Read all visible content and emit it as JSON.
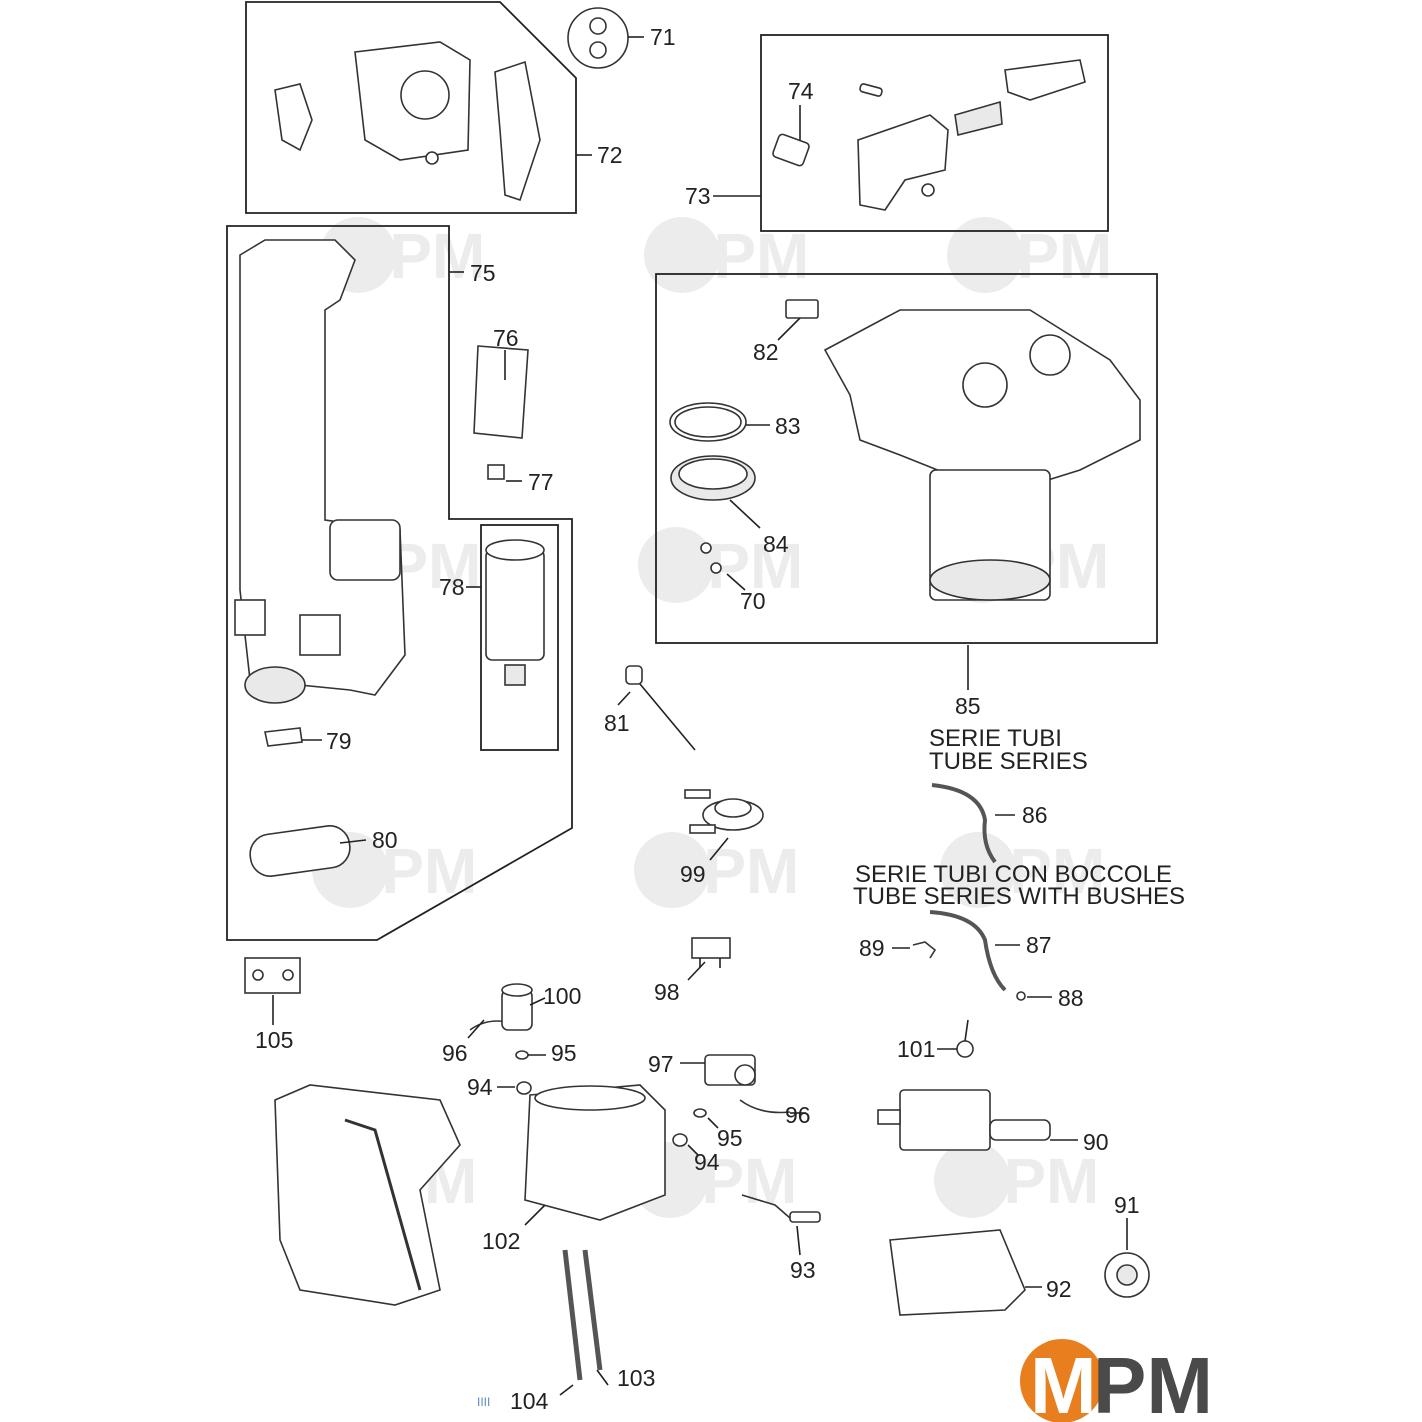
{
  "diagram": {
    "type": "exploded-parts-view",
    "callouts": [
      {
        "id": "70",
        "label": "70"
      },
      {
        "id": "71",
        "label": "71"
      },
      {
        "id": "72",
        "label": "72"
      },
      {
        "id": "73",
        "label": "73"
      },
      {
        "id": "74",
        "label": "74"
      },
      {
        "id": "75",
        "label": "75"
      },
      {
        "id": "76",
        "label": "76"
      },
      {
        "id": "77",
        "label": "77"
      },
      {
        "id": "78",
        "label": "78"
      },
      {
        "id": "79",
        "label": "79"
      },
      {
        "id": "80",
        "label": "80"
      },
      {
        "id": "81",
        "label": "81"
      },
      {
        "id": "82",
        "label": "82"
      },
      {
        "id": "83",
        "label": "83"
      },
      {
        "id": "84",
        "label": "84"
      },
      {
        "id": "85",
        "label": "85"
      },
      {
        "id": "86",
        "label": "86"
      },
      {
        "id": "87",
        "label": "87"
      },
      {
        "id": "88",
        "label": "88"
      },
      {
        "id": "89",
        "label": "89"
      },
      {
        "id": "90",
        "label": "90"
      },
      {
        "id": "91",
        "label": "91"
      },
      {
        "id": "92",
        "label": "92"
      },
      {
        "id": "93",
        "label": "93"
      },
      {
        "id": "94a",
        "label": "94"
      },
      {
        "id": "94b",
        "label": "94"
      },
      {
        "id": "95a",
        "label": "95"
      },
      {
        "id": "95b",
        "label": "95"
      },
      {
        "id": "96a",
        "label": "96"
      },
      {
        "id": "96b",
        "label": "96"
      },
      {
        "id": "97",
        "label": "97"
      },
      {
        "id": "98",
        "label": "98"
      },
      {
        "id": "99",
        "label": "99"
      },
      {
        "id": "100",
        "label": "100"
      },
      {
        "id": "101",
        "label": "101"
      },
      {
        "id": "102",
        "label": "102"
      },
      {
        "id": "103",
        "label": "103"
      },
      {
        "id": "104",
        "label": "104"
      },
      {
        "id": "105",
        "label": "105"
      }
    ],
    "captions": {
      "tube_series_it": "SERIE TUBI",
      "tube_series_en": "TUBE SERIES",
      "tube_bushes_it": "SERIE TUBI CON BOCCOLE",
      "tube_bushes_en": "TUBE SERIES WITH BUSHES"
    },
    "watermark": "MPM",
    "logo": {
      "text_m": "M",
      "text_pm": "PM",
      "accent": "#e87e1d",
      "dark": "#4a4a4a"
    },
    "small_mark": "IIII"
  }
}
